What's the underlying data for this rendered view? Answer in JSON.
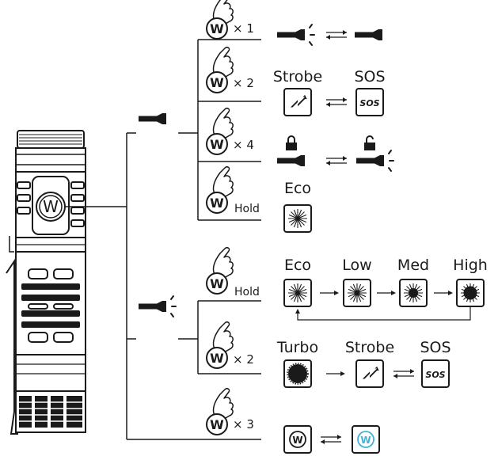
{
  "colors": {
    "ink": "#1a1a1a",
    "accent": "#3fb4d8",
    "background": "#ffffff"
  },
  "off_state": {
    "rows": [
      {
        "clicks": "× 1",
        "icon": "pointer-hand-icon",
        "result": "momentary on / off"
      },
      {
        "clicks": "× 2",
        "icon": "pointer-hand-icon",
        "modes": [
          "Strobe",
          "SOS"
        ]
      },
      {
        "clicks": "× 4",
        "icon": "pointer-hand-icon",
        "result": "lock / unlock"
      },
      {
        "clicks": "Hold",
        "icon": "pointer-hand-icon",
        "modes": [
          "Eco"
        ]
      }
    ]
  },
  "on_state": {
    "rows": [
      {
        "clicks": "Hold",
        "icon": "pointer-hand-icon",
        "modes": [
          "Eco",
          "Low",
          "Med",
          "High"
        ]
      },
      {
        "clicks": "× 2",
        "icon": "pointer-hand-icon",
        "modes": [
          "Turbo",
          "Strobe",
          "SOS"
        ]
      },
      {
        "clicks": "× 3",
        "icon": "pointer-hand-icon",
        "result": "button indicator on / off"
      }
    ]
  },
  "badges": {
    "sos": "SOS",
    "button_letter": "W"
  }
}
